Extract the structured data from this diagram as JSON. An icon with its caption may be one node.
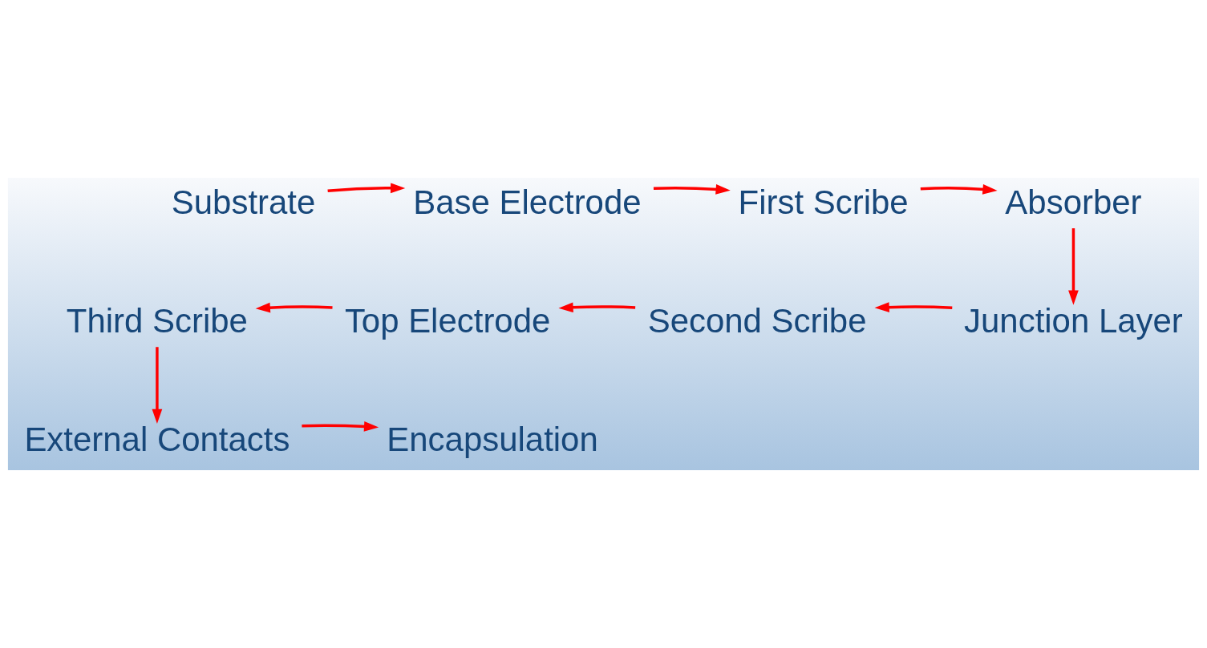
{
  "diagram": {
    "nodes": [
      {
        "text": [
          "Substrate"
        ]
      },
      {
        "text": [
          "Base Electrode"
        ]
      },
      {
        "text": [
          "First Scribe"
        ]
      },
      {
        "text": [
          "Absorber"
        ]
      },
      {
        "text": [
          "Junction Layer"
        ]
      },
      {
        "text": [
          "Second Scribe"
        ]
      },
      {
        "text": [
          "Top Electrode"
        ]
      },
      {
        "text": [
          "Third Scribe"
        ]
      },
      {
        "text": [
          "External Contacts"
        ]
      },
      {
        "text": [
          "Encapsulation"
        ]
      }
    ],
    "edges": [
      {
        "from": 0,
        "to": 1,
        "arrow": "to",
        "color": "#ff0000"
      },
      {
        "from": 1,
        "to": 2,
        "arrow": "to",
        "color": "#ff0000"
      },
      {
        "from": 2,
        "to": 3,
        "arrow": "to",
        "color": "#ff0000"
      },
      {
        "from": 3,
        "to": 4,
        "arrow": "to",
        "color": "#ff0000"
      },
      {
        "from": 4,
        "to": 5,
        "arrow": "to",
        "color": "#ff0000"
      },
      {
        "from": 5,
        "to": 6,
        "arrow": "to",
        "color": "#ff0000"
      },
      {
        "from": 6,
        "to": 7,
        "arrow": "to",
        "color": "#ff0000"
      },
      {
        "from": 7,
        "to": 8,
        "arrow": "to",
        "color": "#ff0000"
      },
      {
        "from": 8,
        "to": 9,
        "arrow": "to",
        "color": "#ff0000"
      }
    ]
  }
}
